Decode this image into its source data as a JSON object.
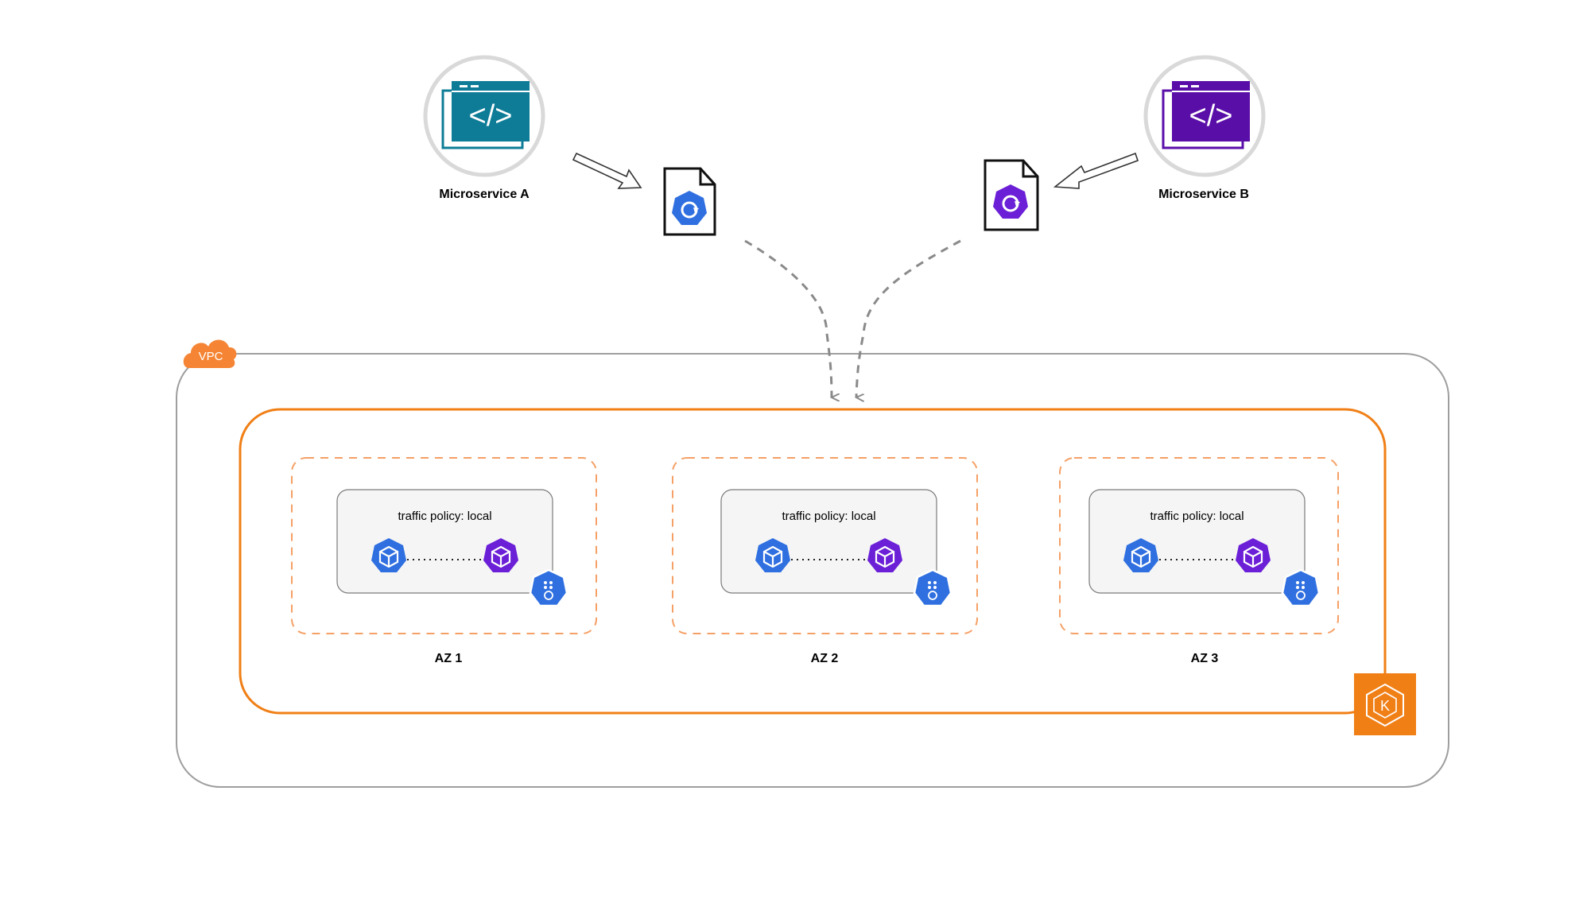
{
  "microservices": [
    {
      "label": "Microservice A",
      "color": "#0e7c97"
    },
    {
      "label": "Microservice B",
      "color": "#5a0ea8"
    }
  ],
  "policy_docs": [
    {
      "icon": "kubernetes-service-blue",
      "color": "#2f6fe0"
    },
    {
      "icon": "kubernetes-service-purple",
      "color": "#6b1fd6"
    }
  ],
  "vpc": {
    "label": "VPC",
    "color": "#f58534"
  },
  "cluster": {
    "border_color": "#f07f16",
    "logo": "eks-icon"
  },
  "zones": [
    {
      "label": "AZ 1",
      "policy": "traffic policy: local"
    },
    {
      "label": "AZ 2",
      "policy": "traffic policy: local"
    },
    {
      "label": "AZ 3",
      "policy": "traffic policy: local"
    }
  ]
}
